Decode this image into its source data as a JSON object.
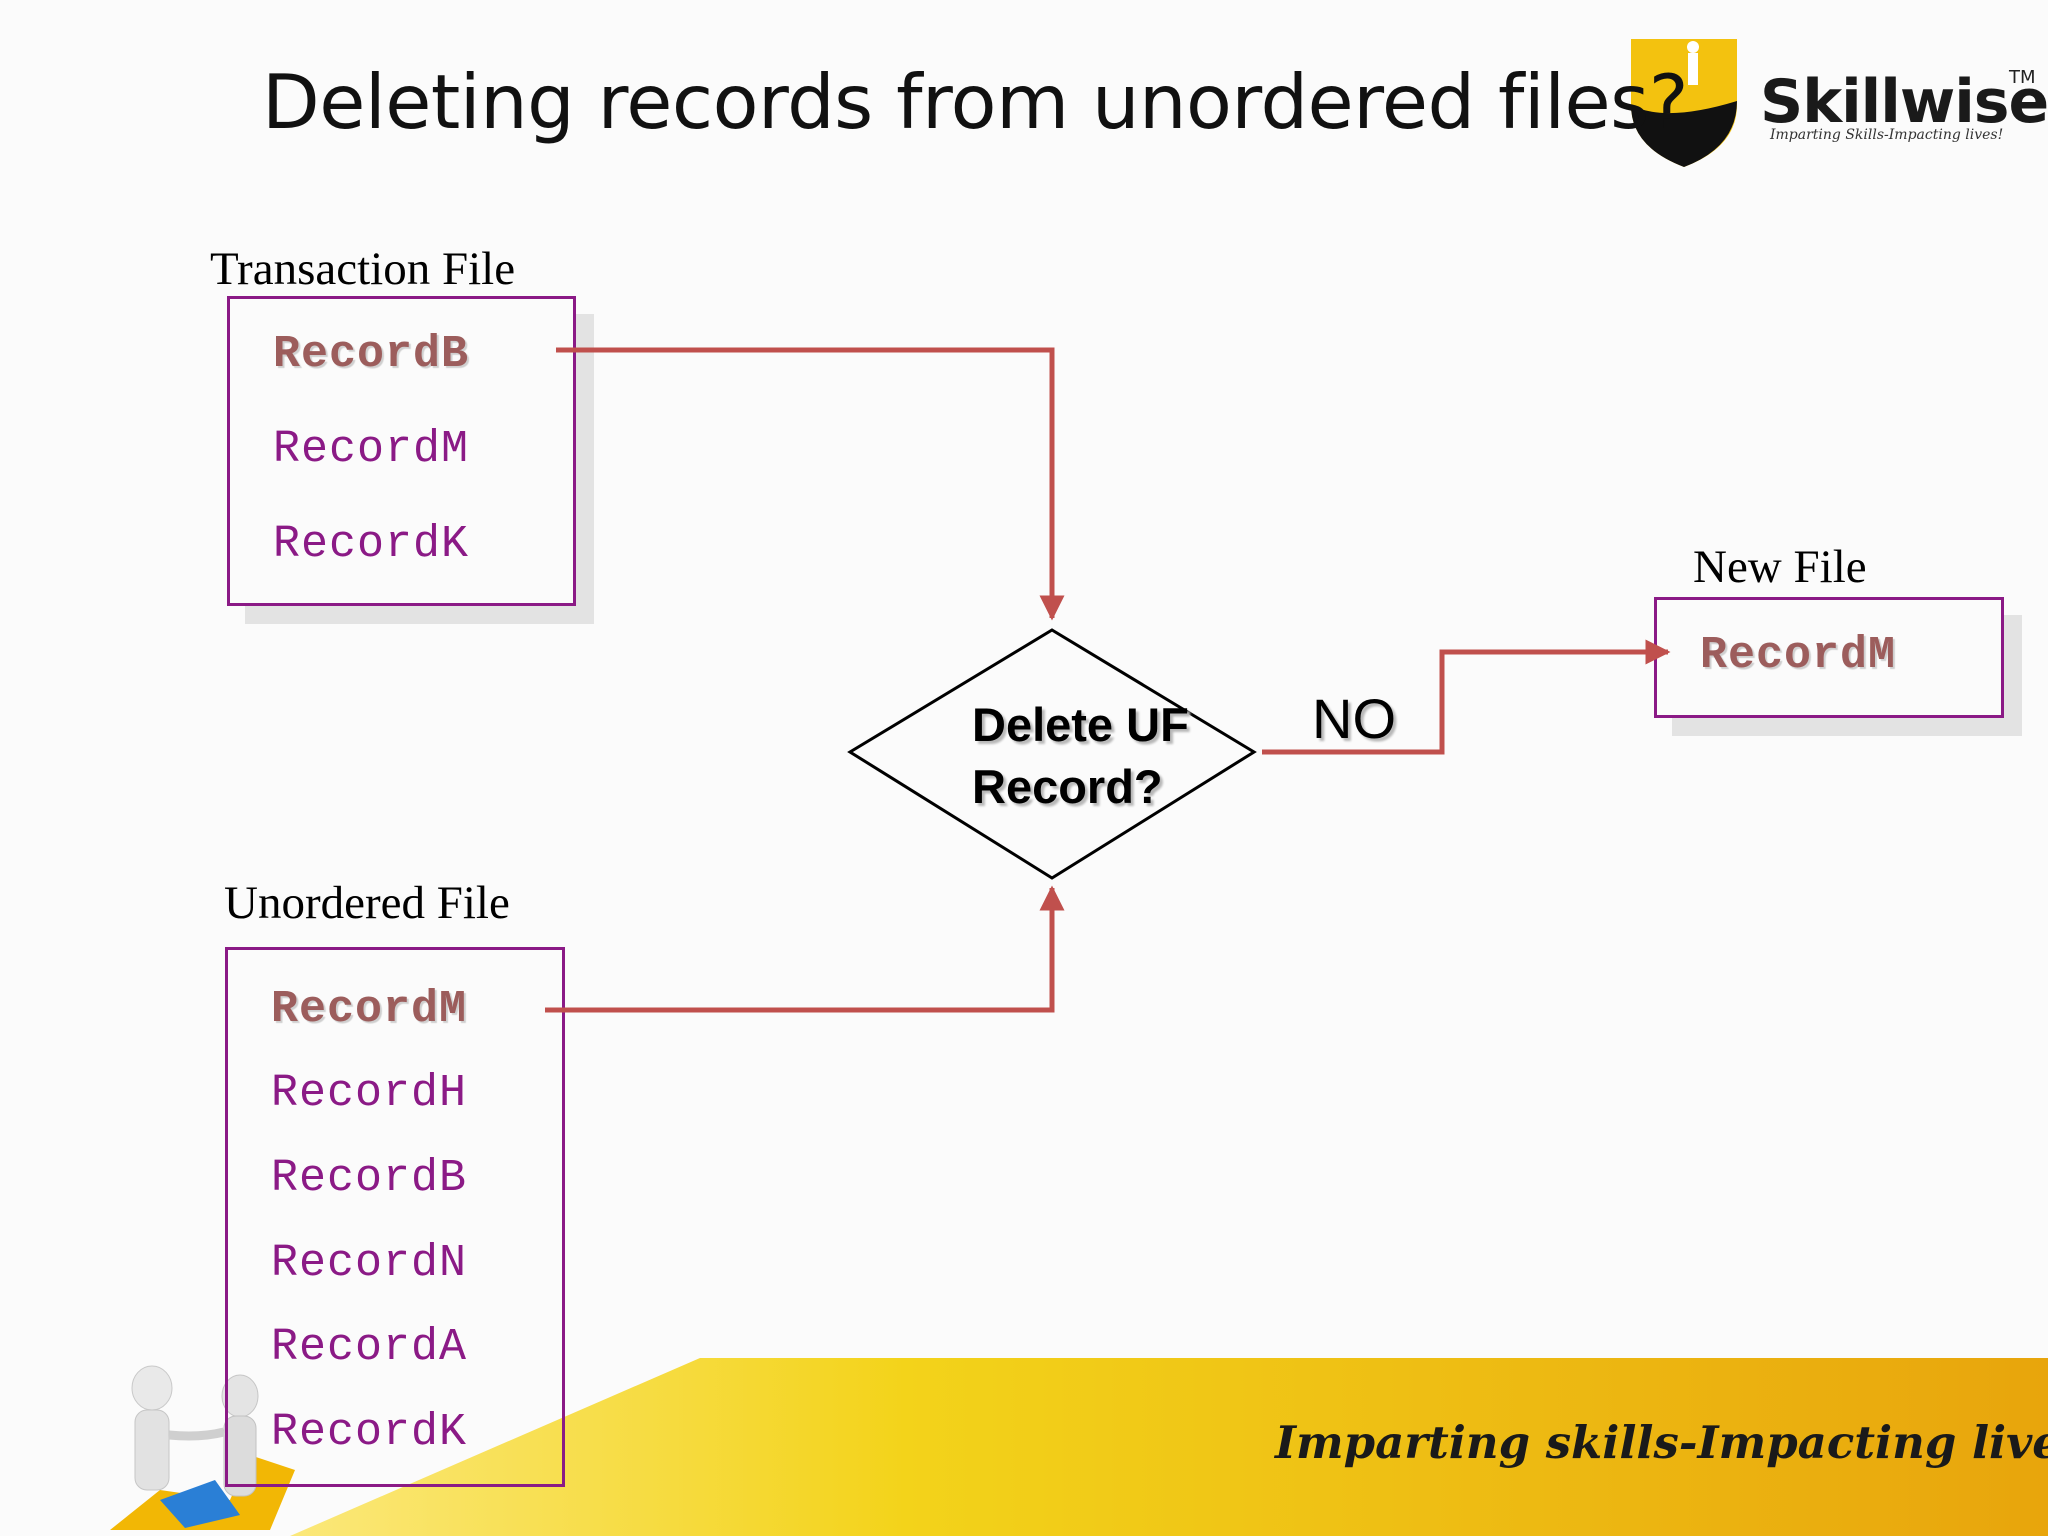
{
  "title": "Deleting records from unordered files?",
  "logo": {
    "name": "Skillwise",
    "trademark": "TM",
    "subtitle": "Imparting Skills-Impacting lives!"
  },
  "transaction_file": {
    "label": "Transaction File",
    "records": [
      "RecordB",
      "RecordM",
      "RecordK"
    ],
    "active_index": 0
  },
  "unordered_file": {
    "label": "Unordered File",
    "records": [
      "RecordM",
      "RecordH",
      "RecordB",
      "RecordN",
      "RecordA",
      "RecordK"
    ],
    "active_index": 0
  },
  "decision": {
    "line1": "Delete UF",
    "line2": "Record?"
  },
  "branch_label": "NO",
  "new_file": {
    "label": "New File",
    "records": [
      "RecordM"
    ]
  },
  "footer": {
    "tagline": "Imparting skills-Impacting lives!"
  },
  "colors": {
    "arrow": "#c0504d",
    "box_border": "#8b1a86",
    "record_text": "#8b1a86",
    "banner": "#f2c40f"
  }
}
